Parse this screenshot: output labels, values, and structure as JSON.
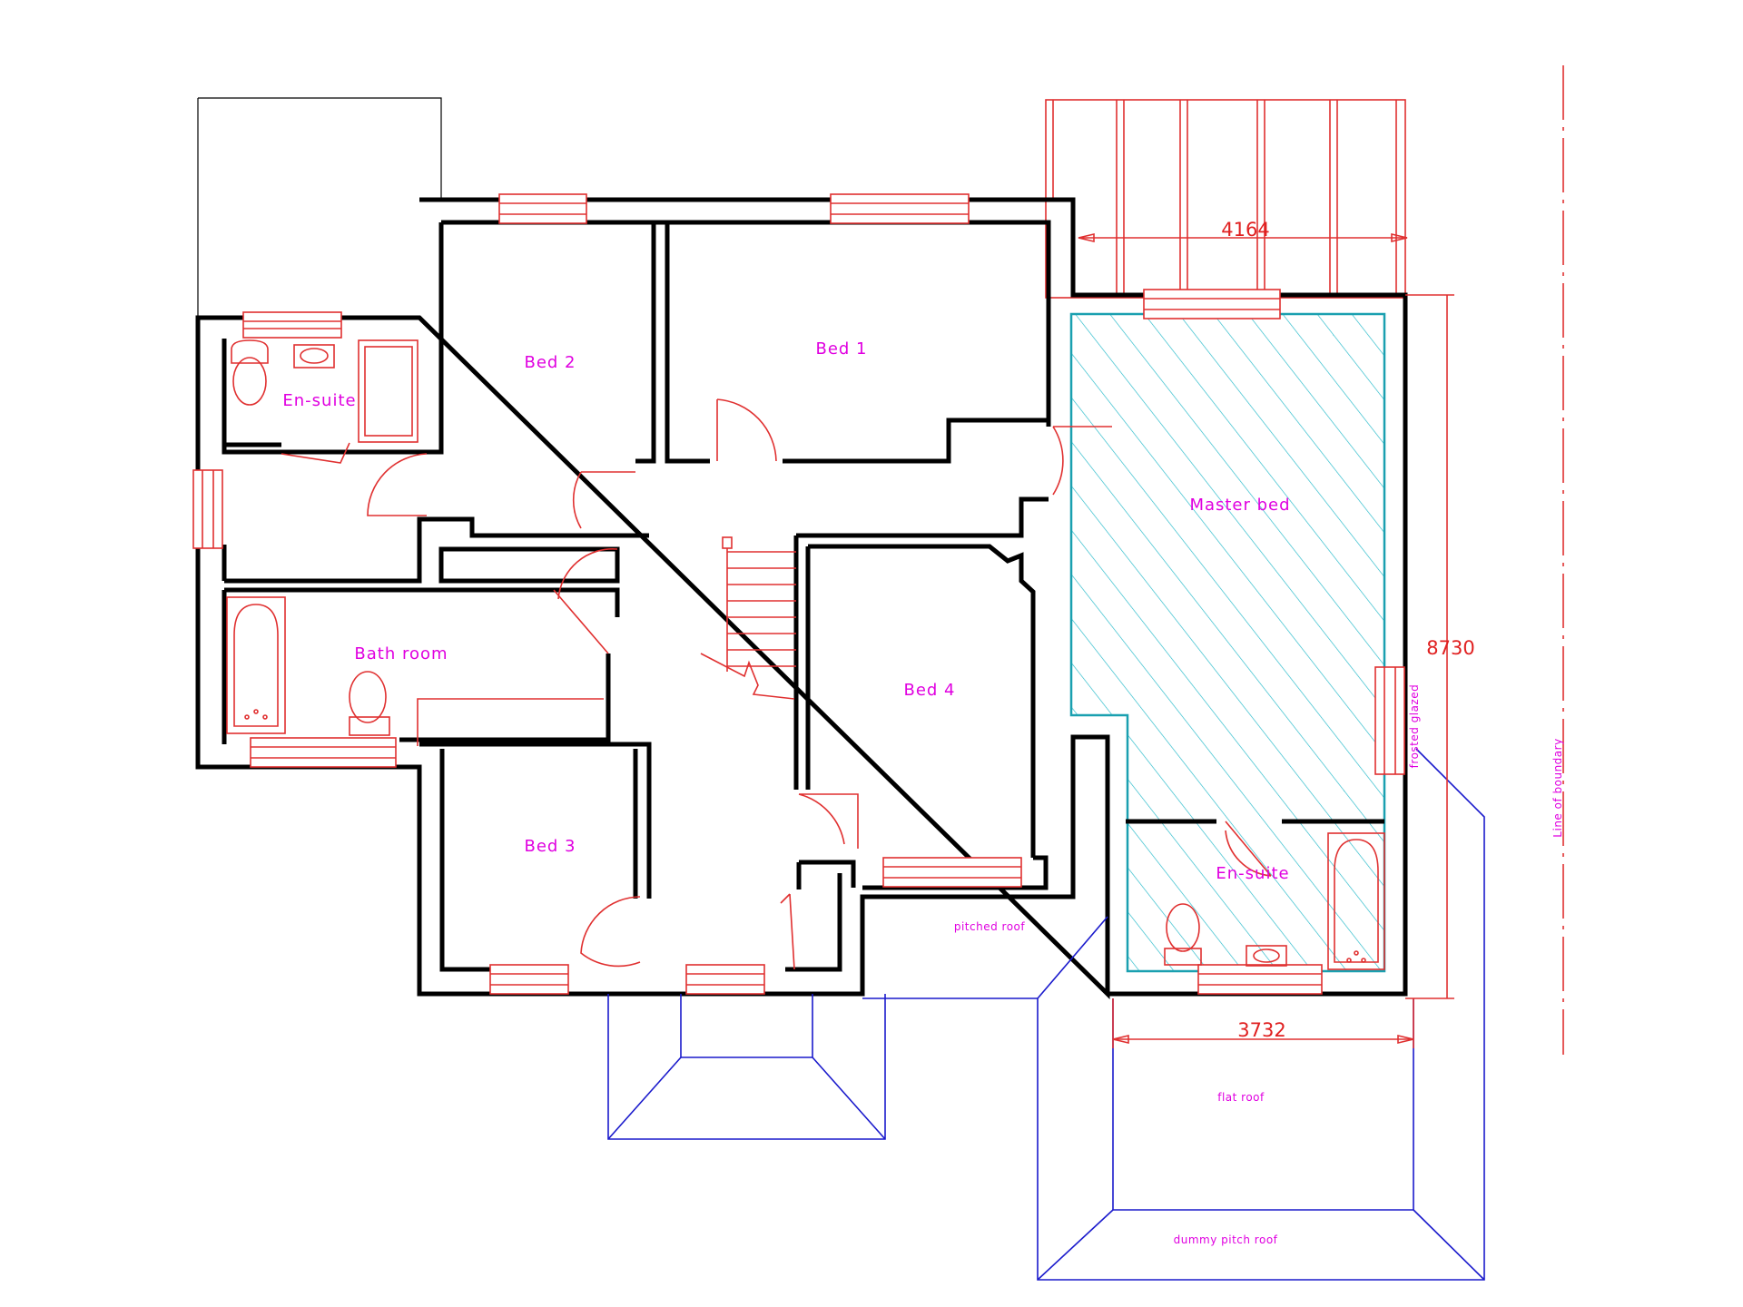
{
  "plan": {
    "rooms": {
      "bed1": "Bed  1",
      "bed2": "Bed  2",
      "bed3": "Bed  3",
      "bed4": "Bed  4",
      "master_bed": "Master bed",
      "ensuite_left": "En-suite",
      "ensuite_master": "En-suite",
      "bathroom": "Bath  room"
    },
    "dimensions": {
      "top_width": "4164",
      "side_depth": "8730",
      "bottom_width": "3732"
    },
    "notes": {
      "pitched_roof": "pitched roof",
      "flat_roof": "flat roof",
      "dummy_pitch_roof": "dummy pitch roof",
      "frosted_glazed": "frosted  glazed",
      "boundary": "Line of boundary"
    },
    "colors": {
      "walls": "#000000",
      "fixtures": "#e03030",
      "labels": "#e000e0",
      "roof_outline": "#1a1acc",
      "master_hatch": "#20b8c8"
    }
  }
}
